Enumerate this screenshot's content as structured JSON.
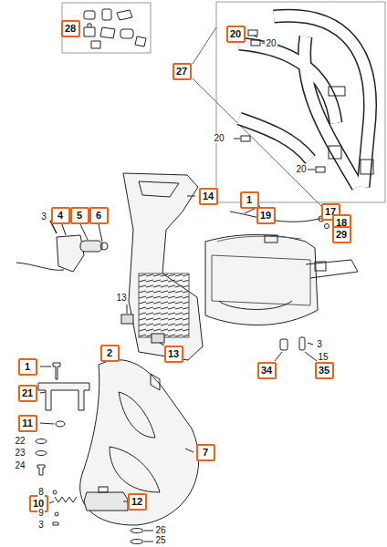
{
  "diagram": {
    "nodes": [
      {
        "text": [
          "28"
        ]
      },
      {
        "text": [
          "20"
        ]
      },
      {
        "text": [
          "27"
        ]
      },
      {
        "text": [
          "14"
        ]
      },
      {
        "text": [
          "1"
        ]
      },
      {
        "text": [
          "19"
        ]
      },
      {
        "text": [
          "17"
        ]
      },
      {
        "text": [
          "18"
        ]
      },
      {
        "text": [
          "29"
        ]
      },
      {
        "text": [
          "4"
        ]
      },
      {
        "text": [
          "5"
        ]
      },
      {
        "text": [
          "6"
        ]
      },
      {
        "text": [
          "13"
        ]
      },
      {
        "text": [
          "1"
        ]
      },
      {
        "text": [
          "2"
        ]
      },
      {
        "text": [
          "34"
        ]
      },
      {
        "text": [
          "35"
        ]
      },
      {
        "text": [
          "21"
        ]
      },
      {
        "text": [
          "11"
        ]
      },
      {
        "text": [
          "7"
        ]
      },
      {
        "text": [
          "10"
        ]
      },
      {
        "text": [
          "12"
        ]
      }
    ],
    "labels": [
      "20",
      "20",
      "20",
      "3",
      "13",
      "3",
      "15",
      "22",
      "23",
      "24",
      "8",
      "9",
      "3",
      "26",
      "25"
    ]
  }
}
